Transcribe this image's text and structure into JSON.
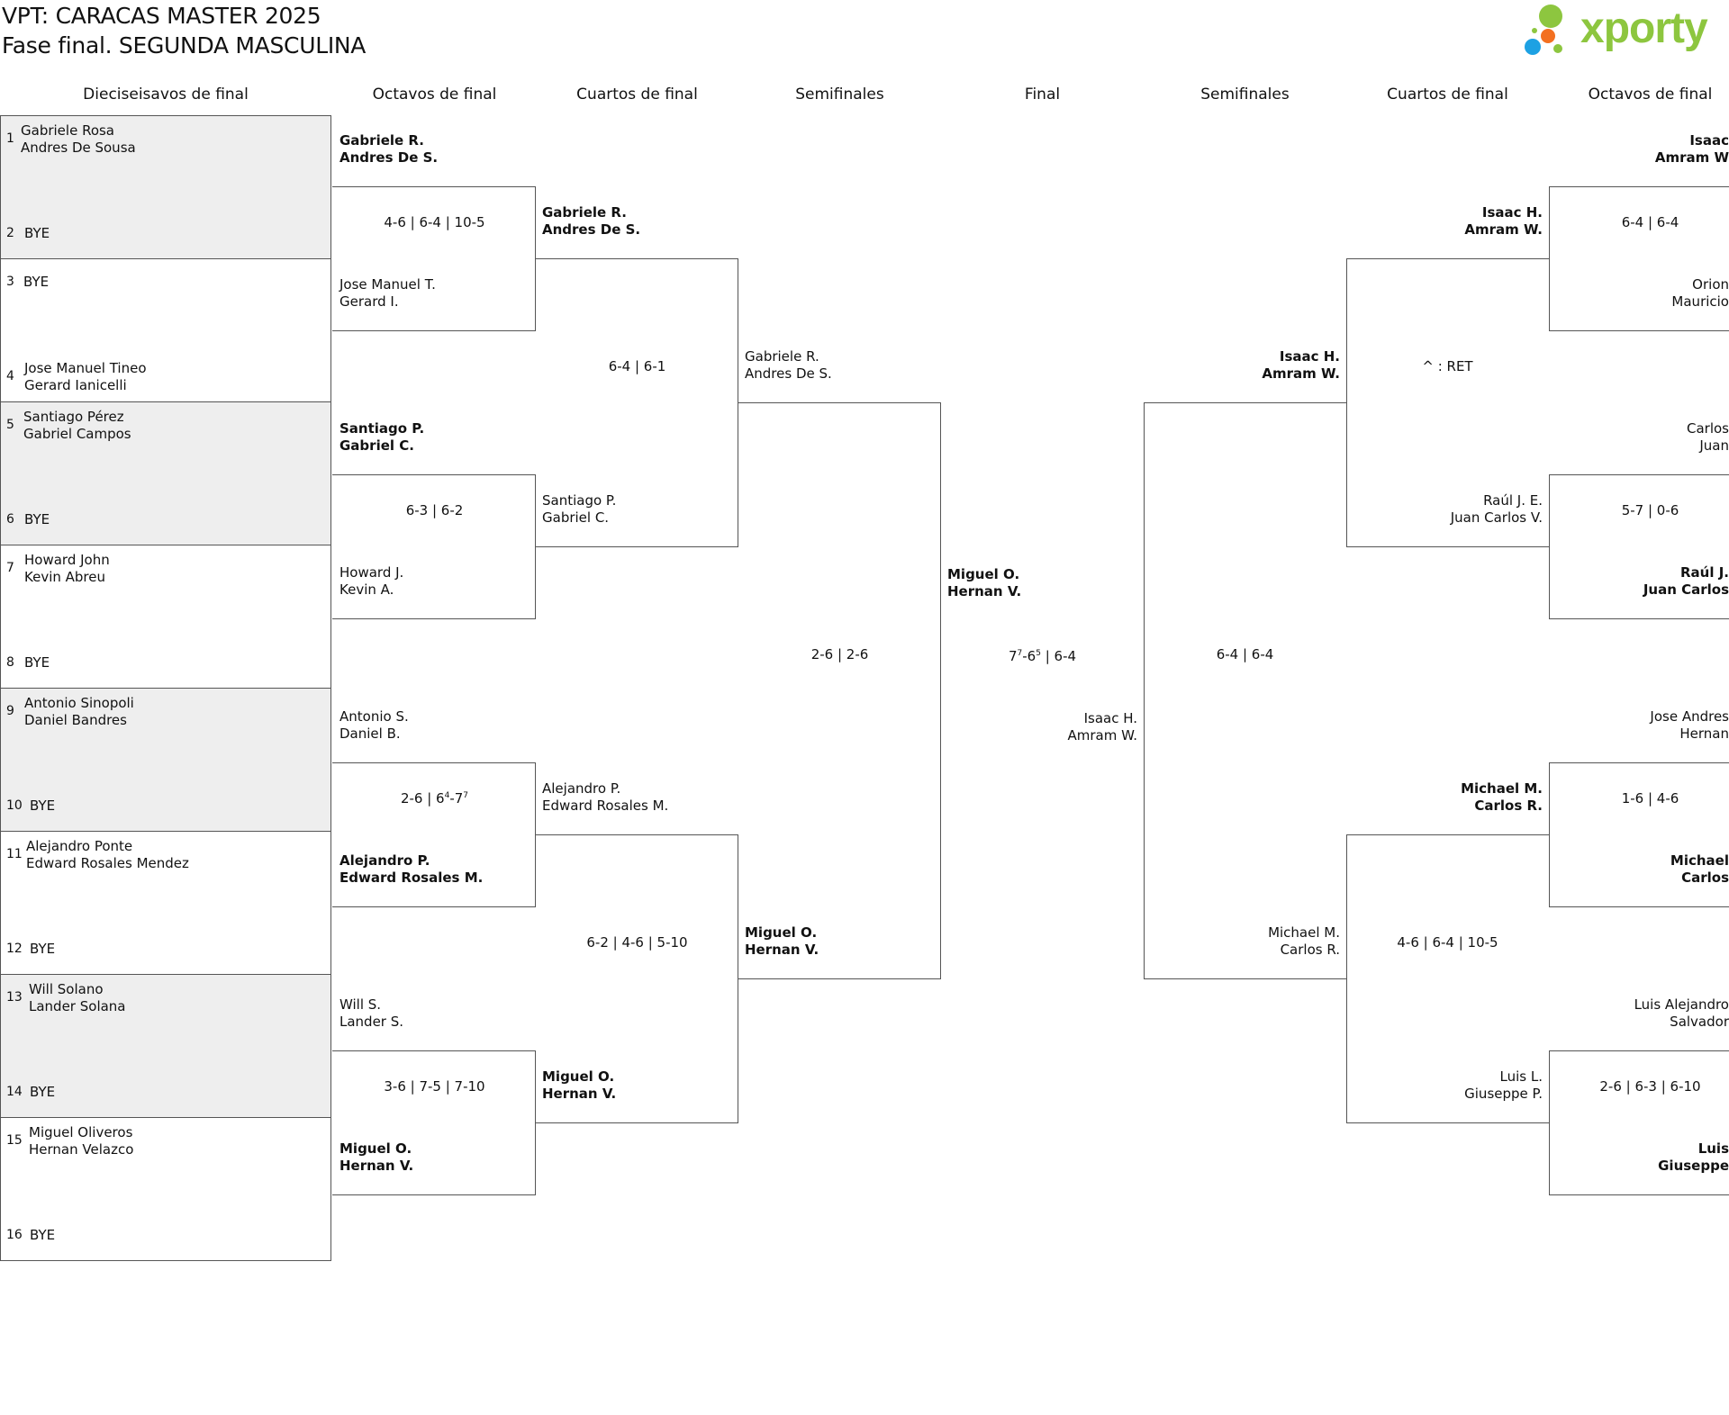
{
  "header": {
    "title_line1": "VPT: CARACAS MASTER 2025",
    "title_line2": "Fase final. SEGUNDA MASCULINA",
    "logo_text": "xporty",
    "logo_colors": [
      "#8dc63f",
      "#1da1e3",
      "#f37021"
    ]
  },
  "columns": {
    "r32": "Dieciseisavos de final",
    "r16": "Octavos de final",
    "qf": "Cuartos de final",
    "sf": "Semifinales",
    "final": "Final",
    "sf_right": "Semifinales",
    "qf_right": "Cuartos de final",
    "r16_right": "Octavos de final"
  },
  "seeds": [
    {
      "n": "1",
      "p1": "Gabriele Rosa",
      "p2": "Andres De Sousa"
    },
    {
      "n": "2",
      "p1": "BYE",
      "p2": ""
    },
    {
      "n": "3",
      "p1": "BYE",
      "p2": ""
    },
    {
      "n": "4",
      "p1": "Jose Manuel Tineo",
      "p2": "Gerard Ianicelli"
    },
    {
      "n": "5",
      "p1": "Santiago Pérez",
      "p2": "Gabriel Campos"
    },
    {
      "n": "6",
      "p1": "BYE",
      "p2": ""
    },
    {
      "n": "7",
      "p1": "Howard John",
      "p2": "Kevin Abreu"
    },
    {
      "n": "8",
      "p1": "BYE",
      "p2": ""
    },
    {
      "n": "9",
      "p1": "Antonio Sinopoli",
      "p2": "Daniel Bandres"
    },
    {
      "n": "10",
      "p1": "BYE",
      "p2": ""
    },
    {
      "n": "11",
      "p1": "Alejandro Ponte",
      "p2": "Edward Rosales Mendez"
    },
    {
      "n": "12",
      "p1": "BYE",
      "p2": ""
    },
    {
      "n": "13",
      "p1": "Will Solano",
      "p2": "Lander Solana"
    },
    {
      "n": "14",
      "p1": "BYE",
      "p2": ""
    },
    {
      "n": "15",
      "p1": "Miguel Oliveros",
      "p2": "Hernan Velazco"
    },
    {
      "n": "16",
      "p1": "BYE",
      "p2": ""
    }
  ],
  "left_r16": [
    {
      "p1": "Gabriele R.",
      "p2": "Andres De S."
    },
    {
      "p1": "Jose Manuel T.",
      "p2": "Gerard I."
    },
    {
      "p1": "Santiago P.",
      "p2": "Gabriel C."
    },
    {
      "p1": "Howard J.",
      "p2": "Kevin A."
    },
    {
      "p1": "Antonio S.",
      "p2": "Daniel B."
    },
    {
      "p1": "Alejandro P.",
      "p2": "Edward Rosales M."
    },
    {
      "p1": "Will S.",
      "p2": "Lander S."
    },
    {
      "p1": "Miguel O.",
      "p2": "Hernan V."
    }
  ],
  "left_r16_scores": [
    "4-6 | 6-4 | 10-5",
    "6-3 | 6-2",
    "2-6 | 6",
    "4",
    "-7",
    "7",
    "3-6 | 7-5 | 7-10"
  ],
  "left_qf": [
    {
      "p1": "Gabriele R.",
      "p2": "Andres De S."
    },
    {
      "p1": "Santiago P.",
      "p2": "Gabriel C."
    },
    {
      "p1": "Alejandro P.",
      "p2": "Edward Rosales M."
    },
    {
      "p1": "Miguel O.",
      "p2": "Hernan V."
    }
  ],
  "left_qf_scores": [
    "6-4 | 6-1",
    "6-2 | 4-6 | 5-10"
  ],
  "left_sf": [
    {
      "p1": "Gabriele R.",
      "p2": "Andres De S."
    },
    {
      "p1": "Miguel O.",
      "p2": "Hernan V."
    }
  ],
  "left_sf_score": "2-6 | 2-6",
  "final": {
    "p1": "Miguel O.",
    "p2": "Hernan V.",
    "q1": "Isaac H.",
    "q2": "Amram W.",
    "score_a": "7",
    "score_a_sup": "7",
    "score_b": "-6",
    "score_b_sup": "5",
    "score_c": " | 6-4"
  },
  "right_sf": [
    {
      "p1": "Isaac H.",
      "p2": "Amram W."
    },
    {
      "p1": "Michael M.",
      "p2": "Carlos R."
    }
  ],
  "right_sf_score": "6-4 | 6-4",
  "right_qf": [
    {
      "p1": "Isaac H.",
      "p2": "Amram W."
    },
    {
      "p1": "Raúl J. E.",
      "p2": "Juan Carlos V."
    },
    {
      "p1": "Michael M.",
      "p2": "Carlos R."
    },
    {
      "p1": "Luis L.",
      "p2": "Giuseppe P."
    }
  ],
  "right_qf_scores": [
    "^ : RET",
    "4-6 | 6-4 | 10-5"
  ],
  "right_r16": [
    {
      "p1": "Isaac",
      "p2": "Amram W"
    },
    {
      "p1": "Orion",
      "p2": "Mauricio"
    },
    {
      "p1": "Carlos",
      "p2": "Juan"
    },
    {
      "p1": "Raúl J.",
      "p2": "Juan Carlos"
    },
    {
      "p1": "Jose Andres",
      "p2": "Hernan"
    },
    {
      "p1": "Michael",
      "p2": "Carlos"
    },
    {
      "p1": "Luis Alejandro",
      "p2": "Salvador"
    },
    {
      "p1": "Luis",
      "p2": "Giuseppe"
    }
  ],
  "right_r16_scores": [
    "6-4 | 6-4",
    "5-7 | 0-6",
    "1-6 | 4-6",
    "2-6 | 6-3 | 6-10"
  ]
}
